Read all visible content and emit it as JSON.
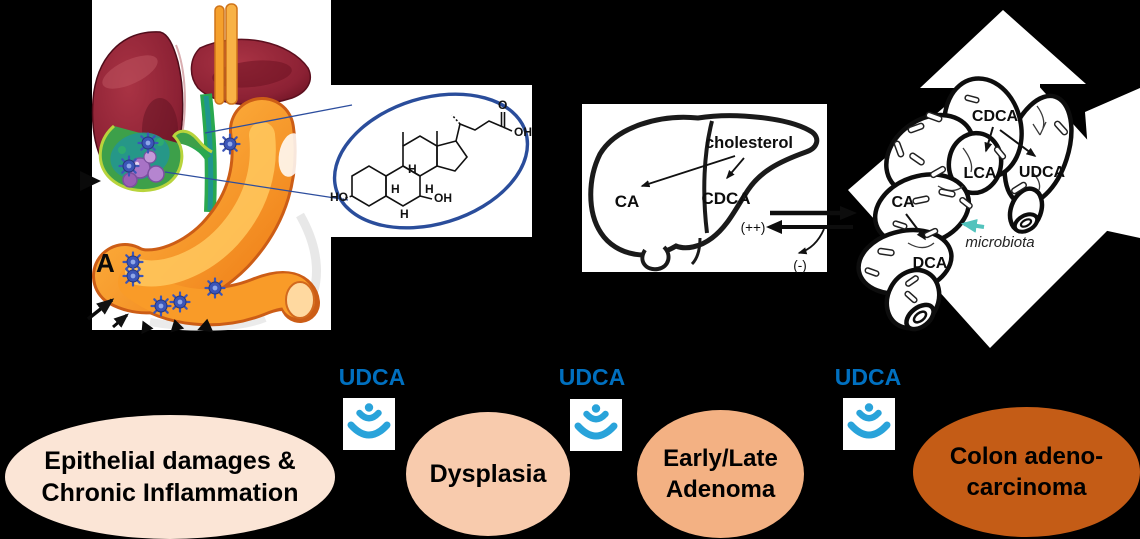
{
  "anatomy_panel": {
    "cut_label": "A"
  },
  "chem_structure": {
    "ho": "HO",
    "oh_ring": "OH",
    "o": "O",
    "oh_acid": "OH",
    "h": "H",
    "ellipse_color": "#2a4d9b"
  },
  "liver_panel": {
    "cholesterol": "cholesterol",
    "ca": "CA",
    "cdca": "CDCA",
    "plus": "(++)",
    "minus": "(-)"
  },
  "colon_panel": {
    "cdca": "CDCA",
    "lca": "LCA",
    "udca": "UDCA",
    "ca": "CA",
    "dca": "DCA",
    "microbiota": "microbiota",
    "microbiota_arrow_color": "#53c3bd"
  },
  "progression": {
    "udca_label": "UDCA",
    "udca_color": "#0070c0",
    "icon_color": "#29a3da",
    "stages": [
      {
        "line1": "Epithelial damages &",
        "line2": "Chronic Inflammation",
        "fill": "#fbe5d6"
      },
      {
        "line1": "Dysplasia",
        "line2": "",
        "fill": "#f8cbad"
      },
      {
        "line1": "Early/Late",
        "line2": "Adenoma",
        "fill": "#f3b183"
      },
      {
        "line1": "Colon adeno-",
        "line2": "carcinoma",
        "fill": "#c45c16"
      }
    ]
  }
}
